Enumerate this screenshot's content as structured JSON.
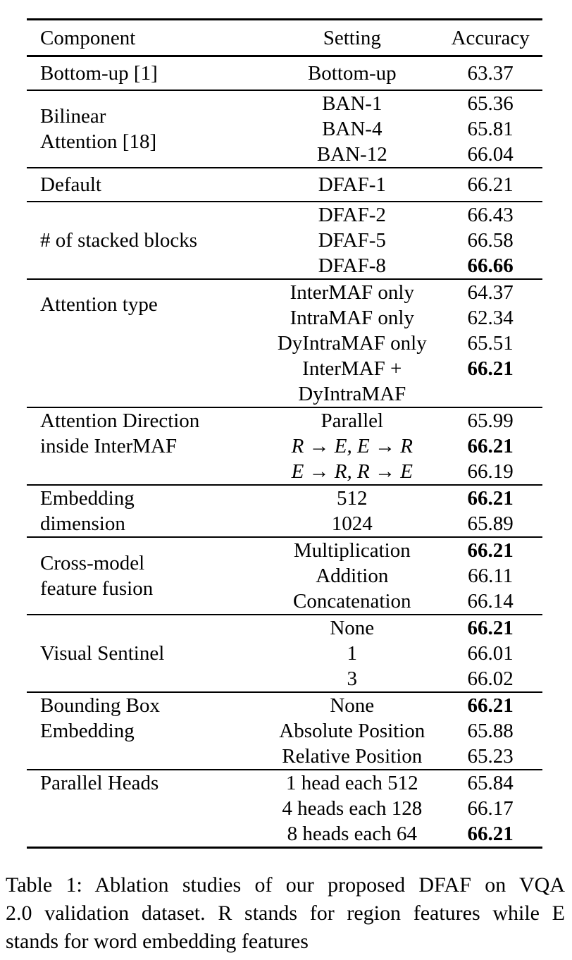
{
  "page": {
    "background": "#ffffff",
    "text_color": "#000000",
    "rule_color": "#000000"
  },
  "table": {
    "headers": {
      "component": "Component",
      "setting": "Setting",
      "accuracy": "Accuracy"
    },
    "sections": [
      {
        "component": "Bottom-up [1]",
        "rows": [
          {
            "setting": "Bottom-up",
            "accuracy": "63.37"
          }
        ]
      },
      {
        "component_lines": [
          "Bilinear",
          "Attention [18]"
        ],
        "rows": [
          {
            "setting": "BAN-1",
            "accuracy": "65.36"
          },
          {
            "setting": "BAN-4",
            "accuracy": "65.81"
          },
          {
            "setting": "BAN-12",
            "accuracy": "66.04"
          }
        ]
      },
      {
        "component": "Default",
        "rows": [
          {
            "setting": "DFAF-1",
            "accuracy": "66.21"
          }
        ]
      },
      {
        "component": "# of stacked blocks",
        "rows": [
          {
            "setting": "DFAF-2",
            "accuracy": "66.43"
          },
          {
            "setting": "DFAF-5",
            "accuracy": "66.58"
          },
          {
            "setting": "DFAF-8",
            "accuracy": "66.66",
            "bold": true
          }
        ]
      },
      {
        "component": "Attention type",
        "rows": [
          {
            "setting": "InterMAF only",
            "accuracy": "64.37"
          },
          {
            "setting": "IntraMAF only",
            "accuracy": "62.34"
          },
          {
            "setting": "DyIntraMAF only",
            "accuracy": "65.51"
          },
          {
            "setting": "InterMAF +",
            "accuracy": "66.21",
            "bold": true
          },
          {
            "setting": "DyIntraMAF",
            "accuracy": ""
          }
        ]
      },
      {
        "component_lines": [
          "Attention Direction",
          "inside InterMAF"
        ],
        "rows": [
          {
            "setting": "Parallel",
            "accuracy": "65.99"
          },
          {
            "setting": "R → E, E → R",
            "accuracy": "66.21",
            "bold": true,
            "math": true
          },
          {
            "setting": "E → R, R → E",
            "accuracy": "66.19",
            "math": true
          }
        ]
      },
      {
        "component_lines": [
          "Embedding",
          "dimension"
        ],
        "rows": [
          {
            "setting": "512",
            "accuracy": "66.21",
            "bold": true
          },
          {
            "setting": "1024",
            "accuracy": "65.89"
          }
        ]
      },
      {
        "component_lines": [
          "Cross-model",
          "feature fusion"
        ],
        "rows": [
          {
            "setting": "Multiplication",
            "accuracy": "66.21",
            "bold": true
          },
          {
            "setting": "Addition",
            "accuracy": "66.11"
          },
          {
            "setting": "Concatenation",
            "accuracy": "66.14"
          }
        ]
      },
      {
        "component": "Visual Sentinel",
        "rows": [
          {
            "setting": "None",
            "accuracy": "66.21",
            "bold": true
          },
          {
            "setting": "1",
            "accuracy": "66.01"
          },
          {
            "setting": "3",
            "accuracy": "66.02"
          }
        ]
      },
      {
        "component_lines": [
          "Bounding Box",
          "Embedding"
        ],
        "rows": [
          {
            "setting": "None",
            "accuracy": "66.21",
            "bold": true
          },
          {
            "setting": "Absolute Position",
            "accuracy": "65.88"
          },
          {
            "setting": "Relative Position",
            "accuracy": "65.23"
          }
        ]
      },
      {
        "component": "Parallel Heads",
        "rows": [
          {
            "setting": "1 head each 512",
            "accuracy": "65.84"
          },
          {
            "setting": "4 heads each 128",
            "accuracy": "66.17"
          },
          {
            "setting": "8 heads each 64",
            "accuracy": "66.21",
            "bold": true
          }
        ]
      }
    ]
  },
  "caption": {
    "lines": [
      "Table 1: Ablation studies of our proposed DFAF on VQA",
      "2.0 validation dataset. R stands for region features while E",
      "stands for word embedding features"
    ]
  }
}
